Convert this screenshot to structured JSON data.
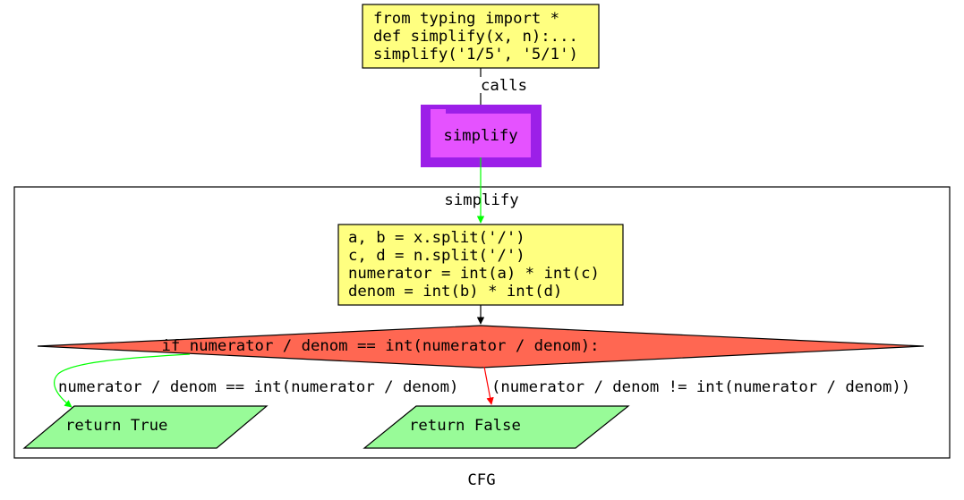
{
  "graph": {
    "title": "CFG",
    "colors": {
      "code_block": "#ffff80",
      "decision": "#ff6752",
      "return_block": "#98fb98",
      "call_outer": "#9c1fe8",
      "call_inner": "#e552ff",
      "edge_true": "#00ff00",
      "edge_false": "#ff0000",
      "edge_default": "#000000"
    },
    "entry": {
      "lines": [
        "from typing import *",
        "def simplify(x, n):...",
        "simplify('1/5', '5/1')"
      ]
    },
    "call_edge_label": "calls",
    "function_node": {
      "label": "simplify",
      "icon": "folder-icon"
    },
    "cluster": {
      "label": "simplify",
      "body": {
        "lines": [
          "a, b = x.split('/')",
          "c, d = n.split('/')",
          "numerator = int(a) * int(c)",
          "denom = int(b) * int(d)"
        ]
      },
      "decision": {
        "label": "if numerator / denom == int(numerator / denom):"
      },
      "true_edge_label": "numerator / denom == int(numerator / denom)",
      "false_edge_label": "(numerator / denom != int(numerator / denom))",
      "return_true": {
        "label": "return True"
      },
      "return_false": {
        "label": "return False"
      }
    }
  }
}
